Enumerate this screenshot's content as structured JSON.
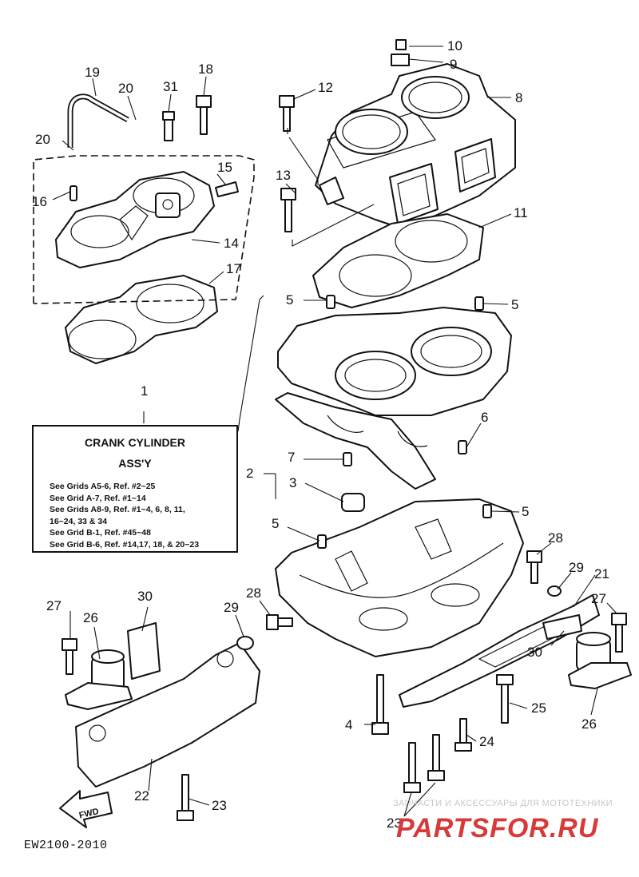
{
  "legend": {
    "title": "CRANK CYLINDER",
    "subtitle": "ASS'Y",
    "lines": [
      "See Grids A5-6, Ref. #2~25",
      "See Grid A-7, Ref. #1~14",
      "See Grids A8-9, Ref. #1~4, 6, 8, 11,",
      "16~24, 33 & 34",
      "See Grid B-1, Ref. #45~48",
      "See Grid B-6, Ref. #14,17, 18, & 20~23"
    ]
  },
  "drawing_code": "EW2100-2010",
  "fwd_label": "FWD",
  "watermark": {
    "text": "ЗАПЧАСТИ И АКСЕССУАРЫ ДЛЯ МОТОТЕХНИКИ",
    "logo": "PARTSFOR.RU"
  },
  "callouts": [
    "10",
    "9",
    "8",
    "12",
    "13",
    "11",
    "18",
    "31",
    "19",
    "20",
    "20",
    "16",
    "15",
    "14",
    "17",
    "1",
    "5",
    "5",
    "5",
    "5",
    "6",
    "7",
    "2",
    "3",
    "28",
    "29",
    "21",
    "27",
    "30",
    "26",
    "27",
    "26",
    "30",
    "28",
    "29",
    "4",
    "25",
    "24",
    "22",
    "23",
    "23"
  ]
}
